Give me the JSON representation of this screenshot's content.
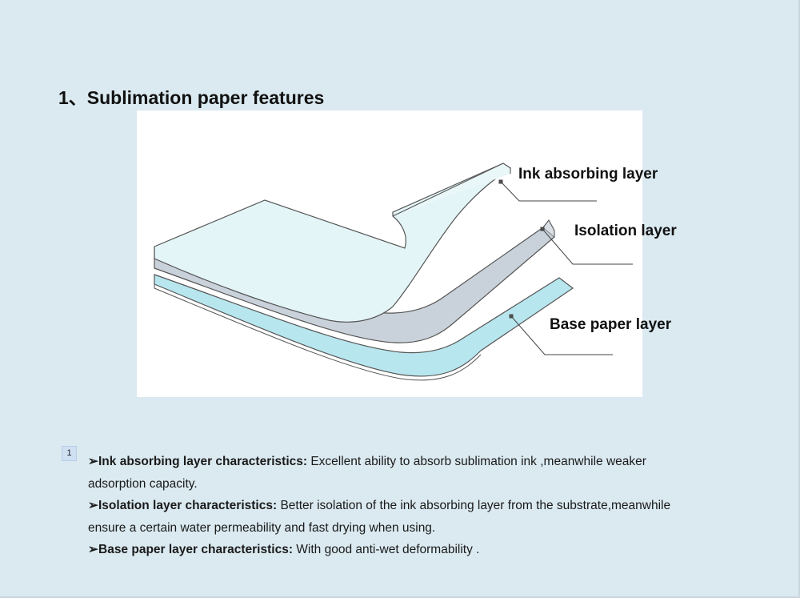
{
  "title": "1、Sublimation paper features",
  "figure": {
    "labels": {
      "ink": "Ink absorbing layer",
      "isolation": "Isolation layer",
      "base": "Base paper layer"
    },
    "colors": {
      "ink_layer": "#e4f5f8",
      "isolation_layer": "#c9d2da",
      "base_layer": "#b8e6ef"
    }
  },
  "comment_marker": "1",
  "paragraphs": [
    {
      "bullet": "➢",
      "heading": "Ink absorbing layer characteristics:",
      "text": " Excellent ability to absorb sublimation ink ,meanwhile weaker",
      "continuation": "adsorption capacity."
    },
    {
      "bullet": "➢",
      "heading": "Isolation layer characteristics:",
      "text": " Better isolation of the ink absorbing layer from the substrate,meanwhile",
      "continuation": "ensure a certain water permeability and  fast drying when using."
    },
    {
      "bullet": "➢",
      "heading": "Base paper layer characteristics:",
      "text": " With good anti-wet deformability ."
    }
  ]
}
